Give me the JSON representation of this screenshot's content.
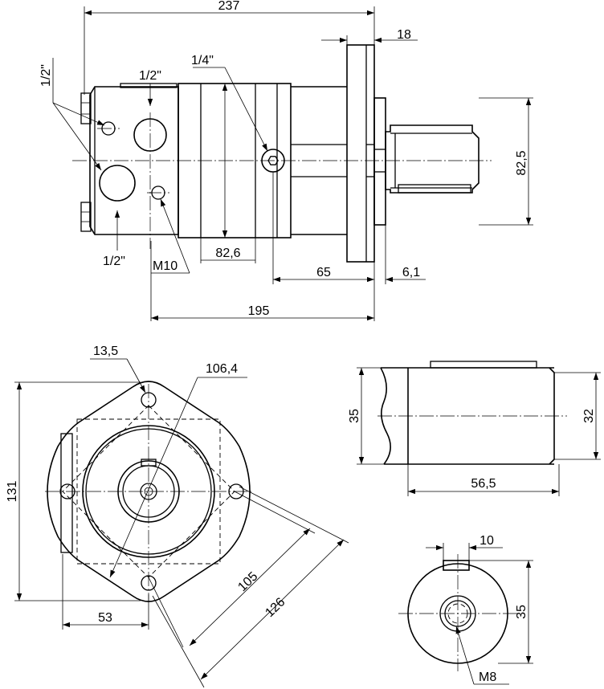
{
  "dimensions": {
    "total_length": "237",
    "flange_thickness": "18",
    "port_main_top": "1/2\"",
    "port_main_left": "1/2\"",
    "port_main_bottom": "1/2\"",
    "port_drain": "1/4\"",
    "shaft_height": "82,5",
    "body_diameter": "82,6",
    "mount_thread": "M10",
    "shaft_length": "65",
    "pilot_length": "6,1",
    "body_length": "195",
    "hole_diameter": "13,5",
    "pilot_diameter": "106,4",
    "flange_height": "131",
    "offset_53": "53",
    "bolt_square": "105",
    "flange_diagonal": "126",
    "shaft_diameter": "35",
    "shaft_key_diameter": "32",
    "shaft_key_length": "56,5",
    "key_width": "10",
    "shaft_end_diameter": "35",
    "shaft_end_thread": "M8"
  }
}
